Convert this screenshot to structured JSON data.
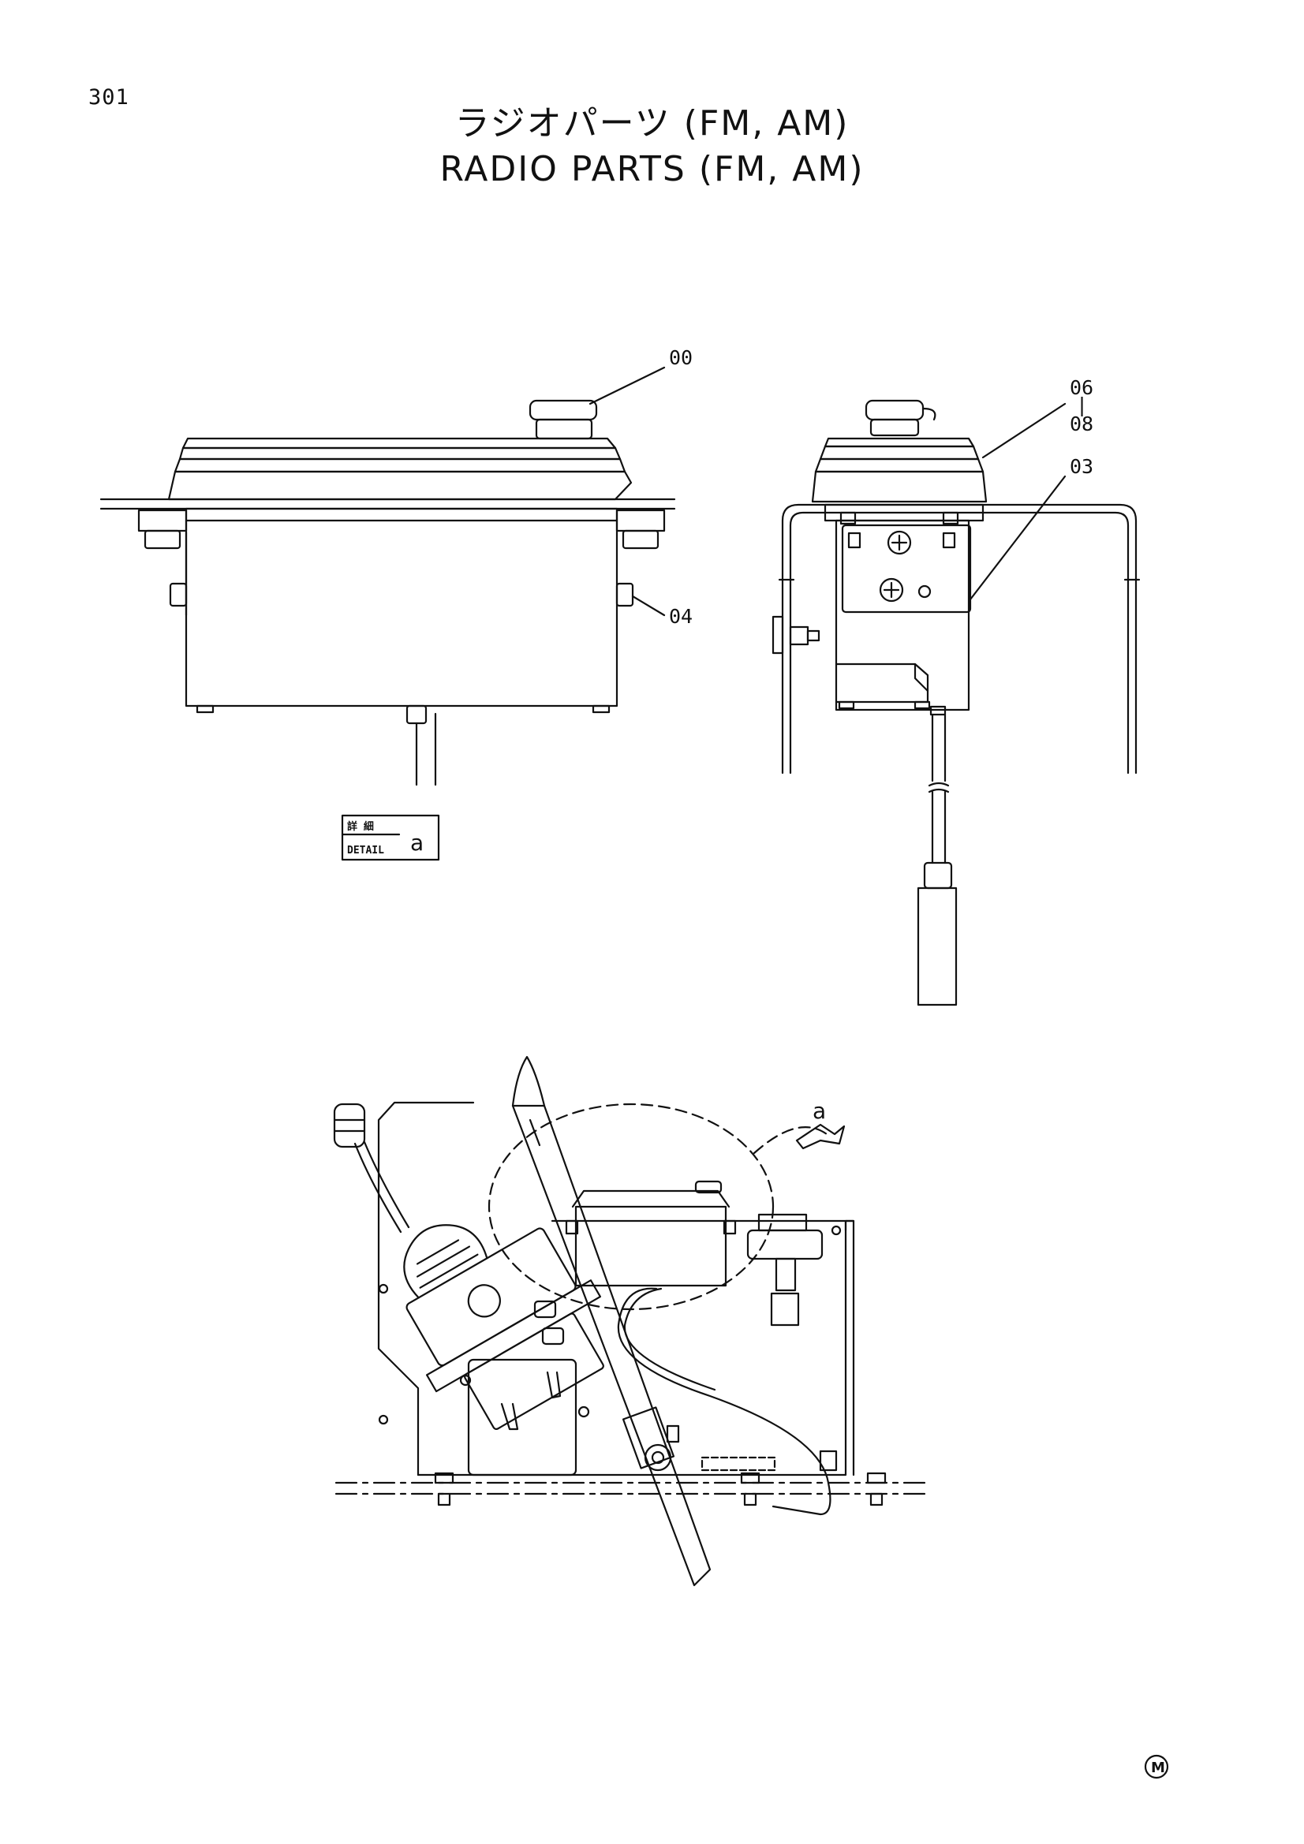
{
  "page_number": "301",
  "title": {
    "japanese": "ラジオパーツ (FM, AM)",
    "english": "RADIO PARTS (FM, AM)"
  },
  "callouts": {
    "c00": "00",
    "c04": "04",
    "c06": "06",
    "c_dash": "|",
    "c08": "08",
    "c03": "03"
  },
  "detail_box": {
    "kanji": "詳 細",
    "label": "DETAIL",
    "letter": "a"
  },
  "detail_marker": "a",
  "corner_mark": "M"
}
